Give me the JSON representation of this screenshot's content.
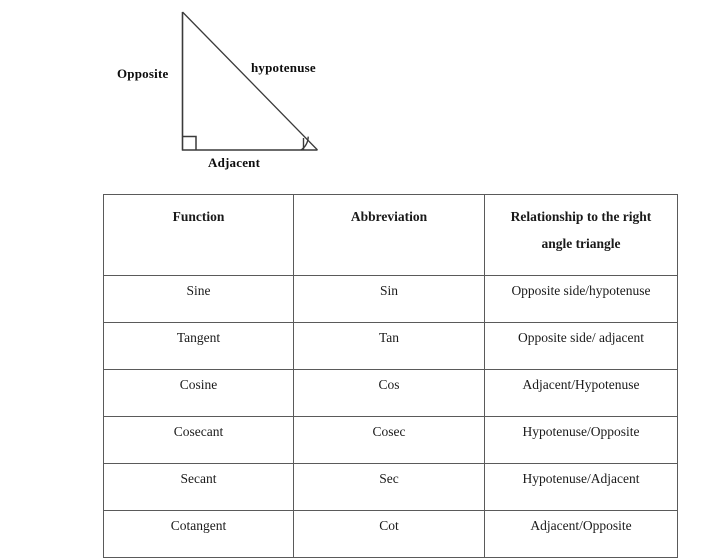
{
  "diagram": {
    "name": "right-angle-triangle",
    "labels": {
      "opposite": "Opposite",
      "hypotenuse": "hypotenuse",
      "adjacent": "Adjacent"
    },
    "stroke_color": "#3a3a3a"
  },
  "table": {
    "headers": {
      "function": "Function",
      "abbreviation": "Abbreviation",
      "relationship_line1": "Relationship to the right",
      "relationship_line2": "angle triangle"
    },
    "rows": [
      {
        "function": "Sine",
        "abbreviation": "Sin",
        "relationship": "Opposite side/hypotenuse"
      },
      {
        "function": "Tangent",
        "abbreviation": "Tan",
        "relationship": "Opposite side/ adjacent"
      },
      {
        "function": "Cosine",
        "abbreviation": "Cos",
        "relationship": "Adjacent/Hypotenuse"
      },
      {
        "function": "Cosecant",
        "abbreviation": "Cosec",
        "relationship": "Hypotenuse/Opposite"
      },
      {
        "function": "Secant",
        "abbreviation": "Sec",
        "relationship": "Hypotenuse/Adjacent"
      },
      {
        "function": "Cotangent",
        "abbreviation": "Cot",
        "relationship": "Adjacent/Opposite"
      }
    ],
    "border_color": "#5a5a5a"
  }
}
